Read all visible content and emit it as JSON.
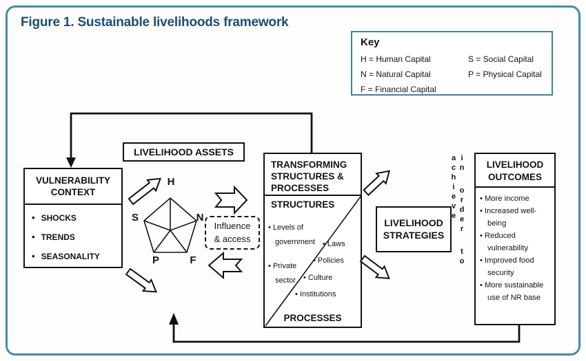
{
  "title": "Figure 1.  Sustainable livelihoods framework",
  "key": {
    "title": "Key",
    "col1": [
      "H = Human Capital",
      "N = Natural Capital",
      "F = Financial Capital"
    ],
    "col2": [
      "S = Social Capital",
      "P = Physical Capital"
    ]
  },
  "vulnerability": {
    "title": "VULNERABILITY CONTEXT",
    "items": [
      "SHOCKS",
      "TRENDS",
      "SEASONALITY"
    ]
  },
  "assets": {
    "label": "LIVELIHOOD ASSETS",
    "pentagon": {
      "top": "H",
      "left": "S",
      "right": "N",
      "bottom_left": "P",
      "bottom_right": "F"
    }
  },
  "influence": {
    "line1": "Influence",
    "line2": "& access"
  },
  "transforming": {
    "title": "TRANSFORMING STRUCTURES & PROCESSES",
    "structures_label": "STRUCTURES",
    "structures_items": [
      "Levels of government",
      "Private sector"
    ],
    "processes_items": [
      "Laws",
      "Policies",
      "Culture",
      "Institutions"
    ],
    "processes_label": "PROCESSES"
  },
  "strategies": {
    "title": "LIVELIHOOD STRATEGIES"
  },
  "connector": {
    "vertical_text": "in order to achieve"
  },
  "outcomes": {
    "title": "LIVELIHOOD OUTCOMES",
    "items": [
      "More income",
      "Increased well-being",
      "Reduced vulnerability",
      "Improved food security",
      "More sustainable use of NR base"
    ]
  },
  "colors": {
    "frame_blue": "#4789ad",
    "title_blue": "#1d4e75",
    "line_black": "#111111"
  }
}
